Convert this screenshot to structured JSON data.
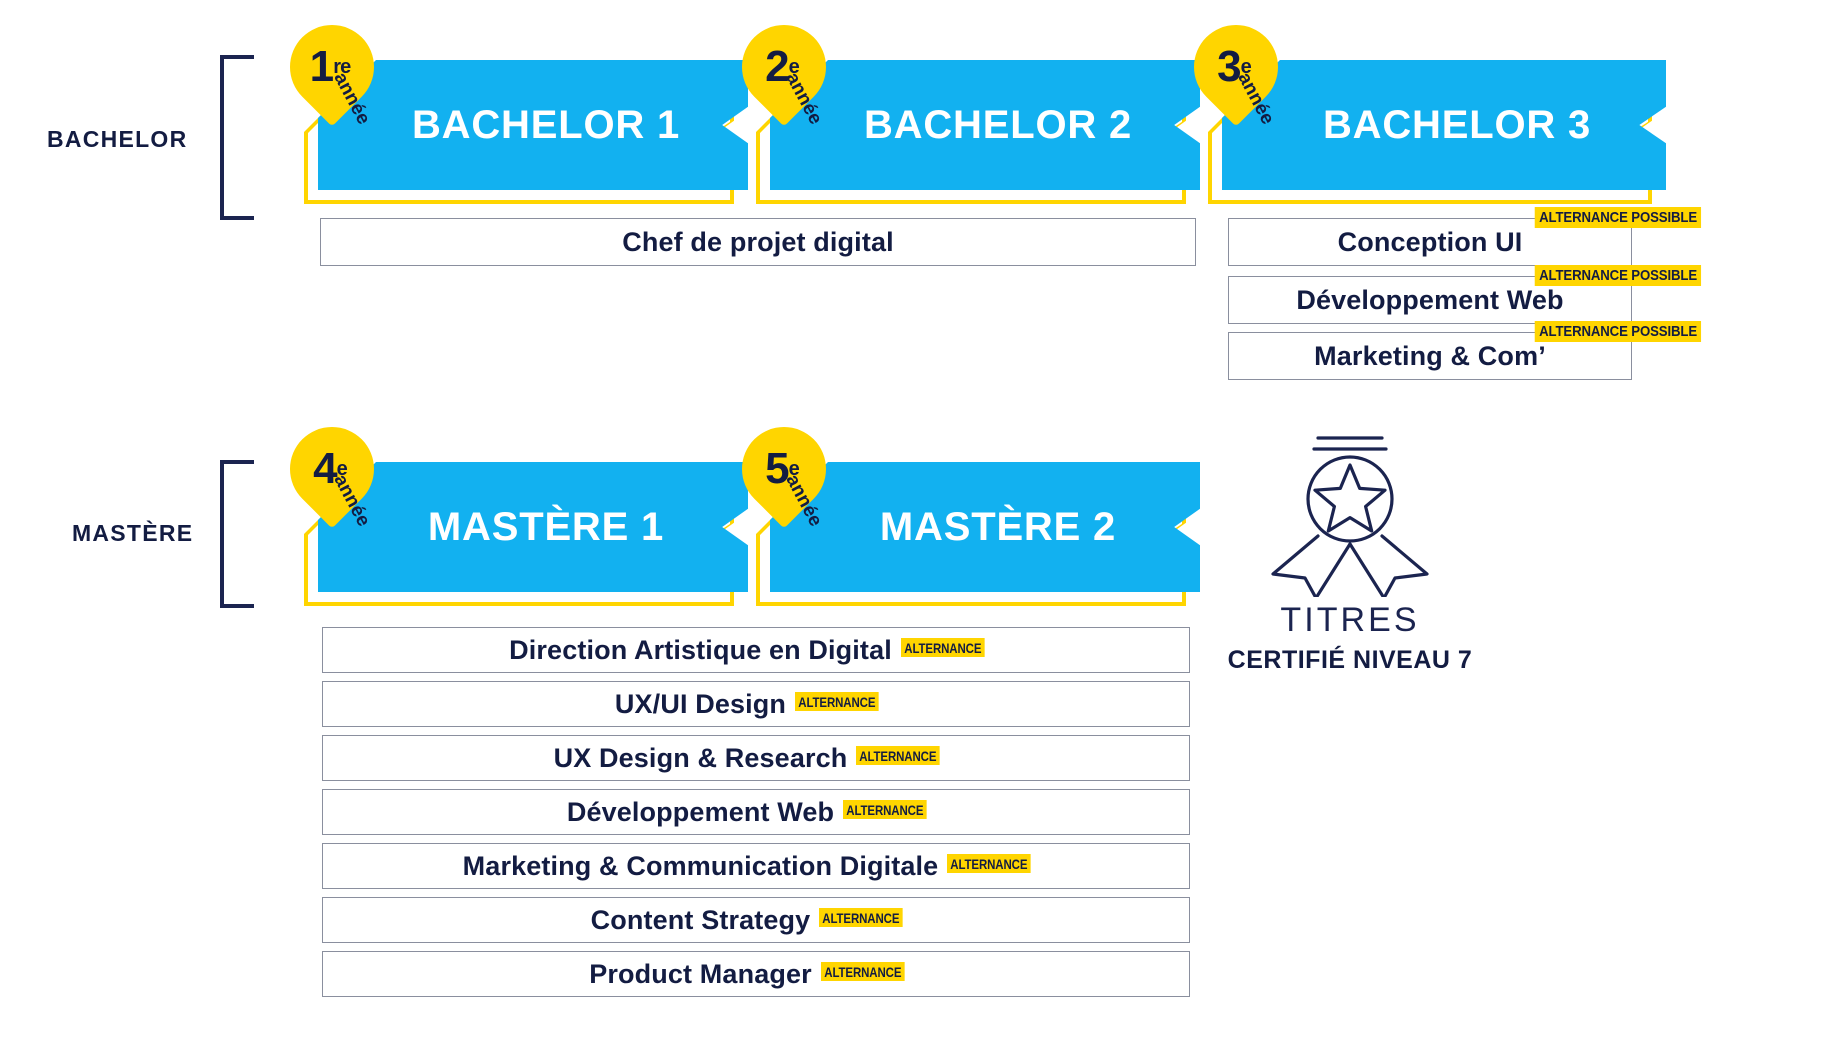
{
  "sections": [
    {
      "label": "BACHELOR",
      "years": [
        {
          "num": "1",
          "ord": "re",
          "annee": "année",
          "banner": "BACHELOR 1"
        },
        {
          "num": "2",
          "ord": "e",
          "annee": "année",
          "banner": "BACHELOR 2"
        },
        {
          "num": "3",
          "ord": "e",
          "annee": "année",
          "banner": "BACHELOR 3"
        }
      ],
      "shared_option": "Chef de projet digital",
      "options": [
        {
          "label": "Conception UI",
          "tag": "ALTERNANCE POSSIBLE"
        },
        {
          "label": "Développement Web",
          "tag": "ALTERNANCE POSSIBLE"
        },
        {
          "label": "Marketing & Com’",
          "tag": "ALTERNANCE POSSIBLE"
        }
      ]
    },
    {
      "label": "MASTÈRE",
      "years": [
        {
          "num": "4",
          "ord": "e",
          "annee": "année",
          "banner": "MASTÈRE 1"
        },
        {
          "num": "5",
          "ord": "e",
          "annee": "année",
          "banner": "MASTÈRE 2"
        }
      ],
      "options": [
        {
          "label": "Direction Artistique en Digital",
          "tag": "ALTERNANCE"
        },
        {
          "label": "UX/UI Design",
          "tag": "ALTERNANCE"
        },
        {
          "label": "UX Design & Research",
          "tag": "ALTERNANCE"
        },
        {
          "label": "Développement Web",
          "tag": "ALTERNANCE"
        },
        {
          "label": "Marketing & Communication Digitale",
          "tag": "ALTERNANCE"
        },
        {
          "label": "Content Strategy",
          "tag": "ALTERNANCE"
        },
        {
          "label": "Product Manager",
          "tag": "ALTERNANCE"
        }
      ]
    }
  ],
  "certification": {
    "icon": "medal-star-icon",
    "title": "TITRES",
    "subtitle": "CERTIFIÉ NIVEAU 7"
  },
  "colors": {
    "cyan": "#12B1F0",
    "yellow": "#FFD500",
    "navy": "#131c42",
    "box_border": "#8a8f9e"
  }
}
